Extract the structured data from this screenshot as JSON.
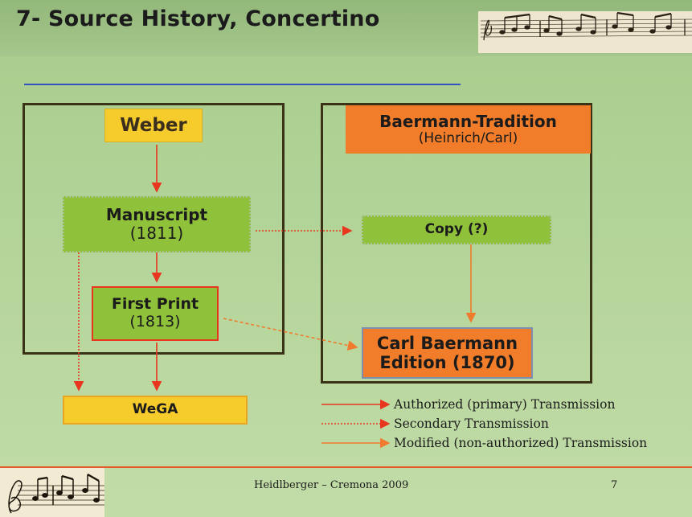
{
  "title": "7- Source History, Concertino",
  "boxes": {
    "weber": "Weber",
    "manuscript": "Manuscript",
    "manuscript_year": "(1811)",
    "first_print": "First Print",
    "first_print_year": "(1813)",
    "wega": "WeGA",
    "baermann_tradition": "Baermann-Tradition",
    "baermann_sub": "(Heinrich/Carl)",
    "copy": "Copy (?)",
    "edition_line1": "Carl Baermann",
    "edition_line2": "Edition (1870)"
  },
  "legend": [
    {
      "label": "Authorized (primary) Transmission",
      "style": "solid"
    },
    {
      "label": "Secondary Transmission",
      "style": "dotted"
    },
    {
      "label": "Modified (non-authorized) Transmission",
      "style": "solid-light"
    }
  ],
  "footer": {
    "text": "Heidlberger – Cremona 2009",
    "page": "7"
  },
  "colors": {
    "background": "#b3d499",
    "yellow": "#f6cc2c",
    "green": "#8fc23a",
    "orange": "#f17d2a",
    "arrow_authorized": "#e8361f",
    "arrow_modified": "#f07a2e",
    "rule": "#3352c4"
  }
}
